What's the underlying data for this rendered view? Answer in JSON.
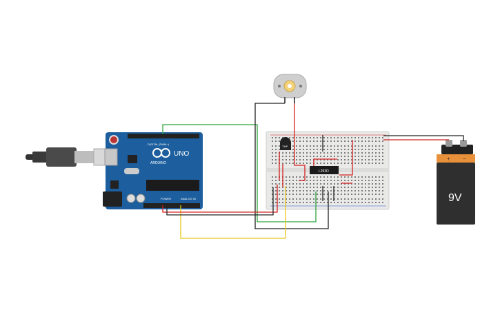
{
  "arduino": {
    "brand": "ARDUINO",
    "model": "UNO",
    "digital_label": "DIGITAL (PWM~)",
    "power_label": "POWER",
    "analog_label": "ANALOG IN"
  },
  "driver_chip": {
    "label": "L293D"
  },
  "transistor": {
    "label": "TMP"
  },
  "battery": {
    "label": "9V",
    "plus": "+",
    "minus": "−"
  },
  "colors": {
    "board_blue": "#1d5f9e",
    "breadboard": "#e9e9e7",
    "wire_red": "#d42020",
    "wire_black": "#222222",
    "wire_green": "#2ea43c",
    "wire_yellow": "#e8c81c",
    "battery_orange": "#e8913a",
    "battery_body": "#2f2f2f"
  }
}
